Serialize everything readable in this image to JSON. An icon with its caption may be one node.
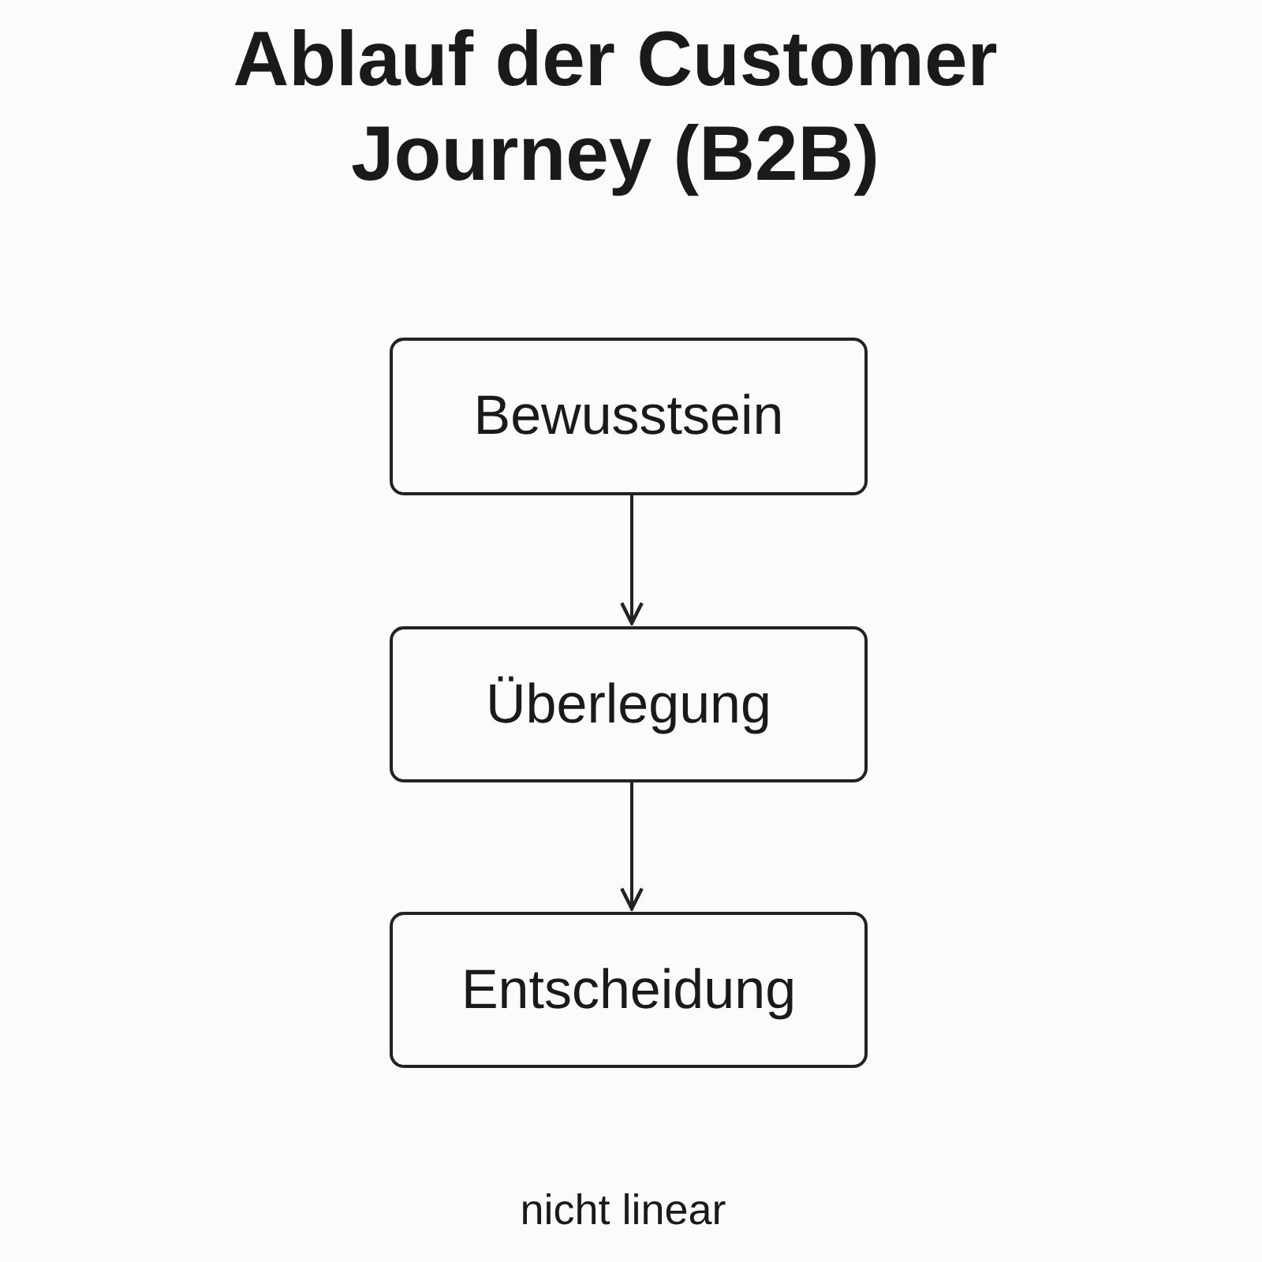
{
  "diagram": {
    "title": "Ablauf der Customer Journey (B2B)",
    "nodes": [
      {
        "text": [
          "Bewusstsein"
        ]
      },
      {
        "text": [
          "Überlegung"
        ]
      },
      {
        "text": [
          "Entscheidung"
        ]
      }
    ],
    "edges": [
      {
        "from": 0,
        "to": 1,
        "arrow": "to"
      },
      {
        "from": 1,
        "to": 2,
        "arrow": "to"
      }
    ],
    "labels": [
      "nicht linear"
    ]
  }
}
